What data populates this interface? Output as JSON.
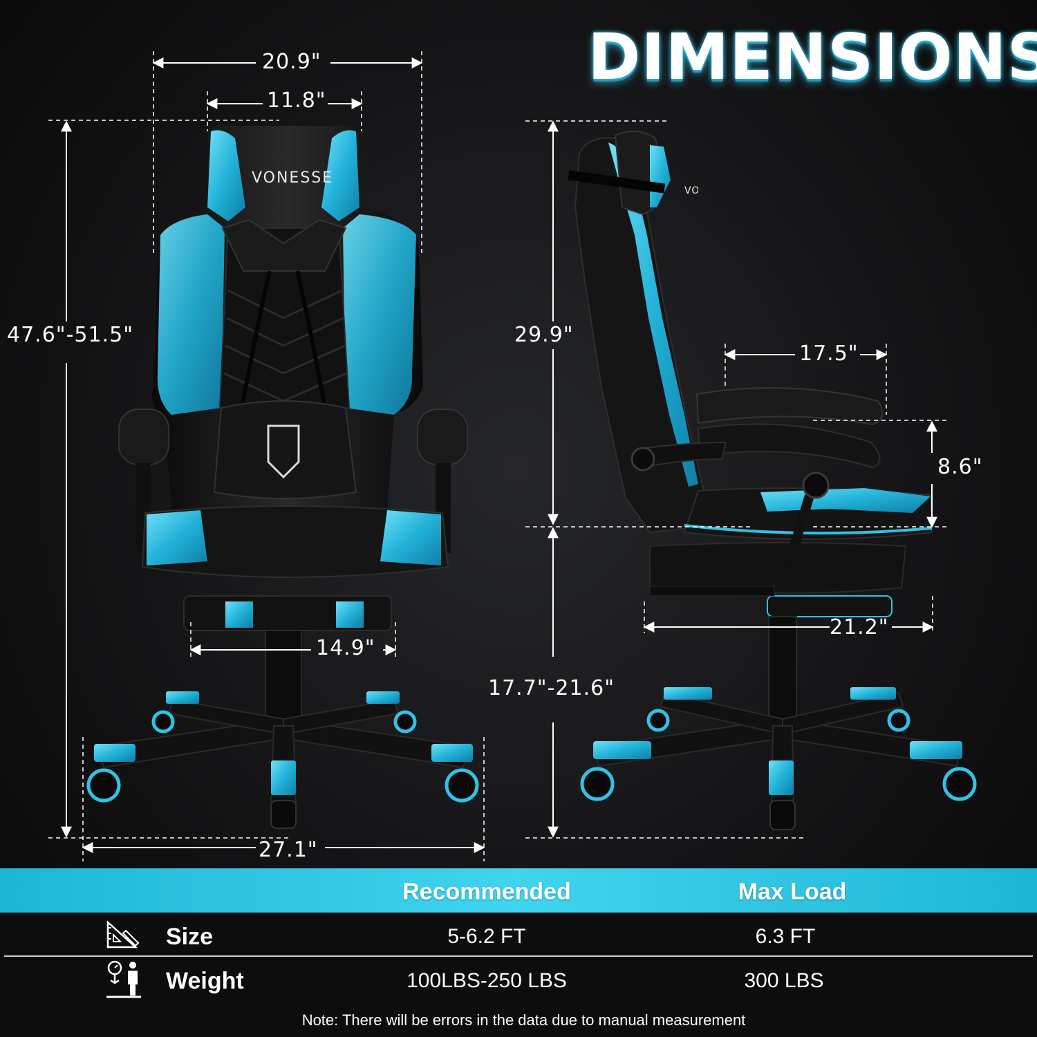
{
  "title": "DIMENSIONS",
  "brand": "VONESSE",
  "colors": {
    "accent": "#2fc3e6",
    "background": "#0b0b0c",
    "upholstery": "#151515"
  },
  "dimensions": {
    "overall_width": "20.9\"",
    "headrest_width": "11.8\"",
    "total_height": "47.6\"-51.5\"",
    "seat_width": "14.9\"",
    "base_width": "27.1\"",
    "backrest_height": "29.9\"",
    "armrest_length": "17.5\"",
    "armrest_height": "8.6\"",
    "seat_depth": "21.2\"",
    "seat_height": "17.7\"-21.6\""
  },
  "table": {
    "headers": [
      "Recommended",
      "Max Load"
    ],
    "rows": [
      {
        "icon": "ruler-triangle-icon",
        "label": "Size",
        "recommended": "5-6.2 FT",
        "max": "6.3 FT"
      },
      {
        "icon": "weight-scale-person-icon",
        "label": "Weight",
        "recommended": "100LBS-250 LBS",
        "max": "300 LBS"
      }
    ],
    "note": "Note: There will be errors in the data due to manual measurement"
  }
}
